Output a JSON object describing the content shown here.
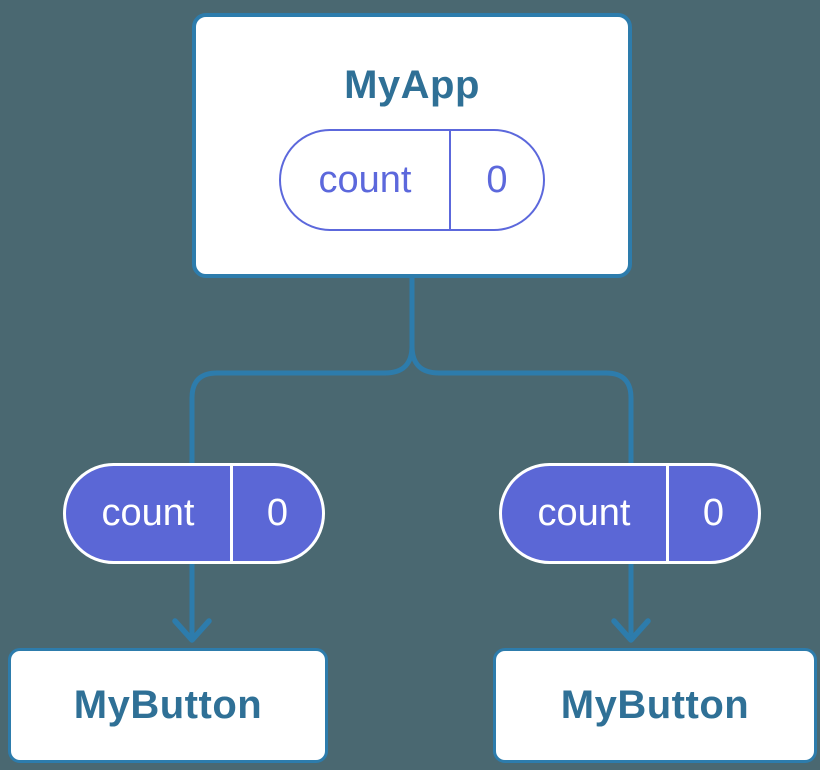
{
  "background_color": "#4A6871",
  "colors": {
    "node_border": "#2D7CAC",
    "node_fill": "#FFFFFF",
    "node_title_text": "#2F7096",
    "connector": "#2D7CAC",
    "state_purple": "#5B67D6",
    "state_outline_purple": "#5C68DC",
    "state_text_on_purple": "#FFFFFF"
  },
  "tree": {
    "root": {
      "title": "MyApp",
      "state": {
        "name": "count",
        "value": "0"
      }
    },
    "children": [
      {
        "title": "MyButton",
        "state": {
          "name": "count",
          "value": "0"
        }
      },
      {
        "title": "MyButton",
        "state": {
          "name": "count",
          "value": "0"
        }
      }
    ]
  }
}
